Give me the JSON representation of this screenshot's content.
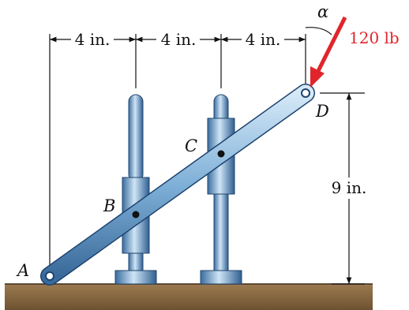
{
  "points": {
    "a": "A",
    "b": "B",
    "c": "C",
    "d": "D"
  },
  "dimensions": {
    "span_1": "4 in.",
    "span_2": "4 in.",
    "span_3": "4 in.",
    "height": "9 in."
  },
  "load": {
    "magnitude": "120 lb",
    "angle_symbol": "α"
  },
  "colors": {
    "steel_light": "#bcd9ef",
    "steel_mid": "#5f93c4",
    "steel_dark": "#2d5b8c",
    "ground": "#8a6a43",
    "force_arrow": "#e0262c"
  }
}
